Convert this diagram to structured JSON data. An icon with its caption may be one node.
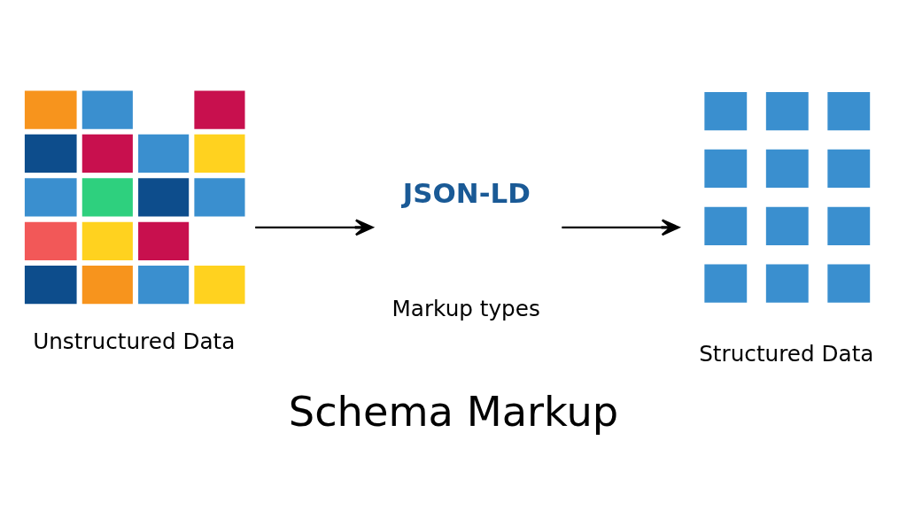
{
  "diagram": {
    "title": "Schema Markup",
    "nodes": [
      {
        "text": [],
        "shape": "picture",
        "beside": [
          "Unstructured Data"
        ]
      },
      {
        "text": [
          "JSON-LD"
        ],
        "beside": [
          "Markup types"
        ]
      },
      {
        "text": [],
        "shape": "picture",
        "beside": [
          "Structured Data"
        ]
      }
    ],
    "edges": [
      {
        "from": 0,
        "to": 1,
        "arrow": "to"
      },
      {
        "from": 1,
        "to": 2,
        "arrow": "to"
      }
    ]
  }
}
